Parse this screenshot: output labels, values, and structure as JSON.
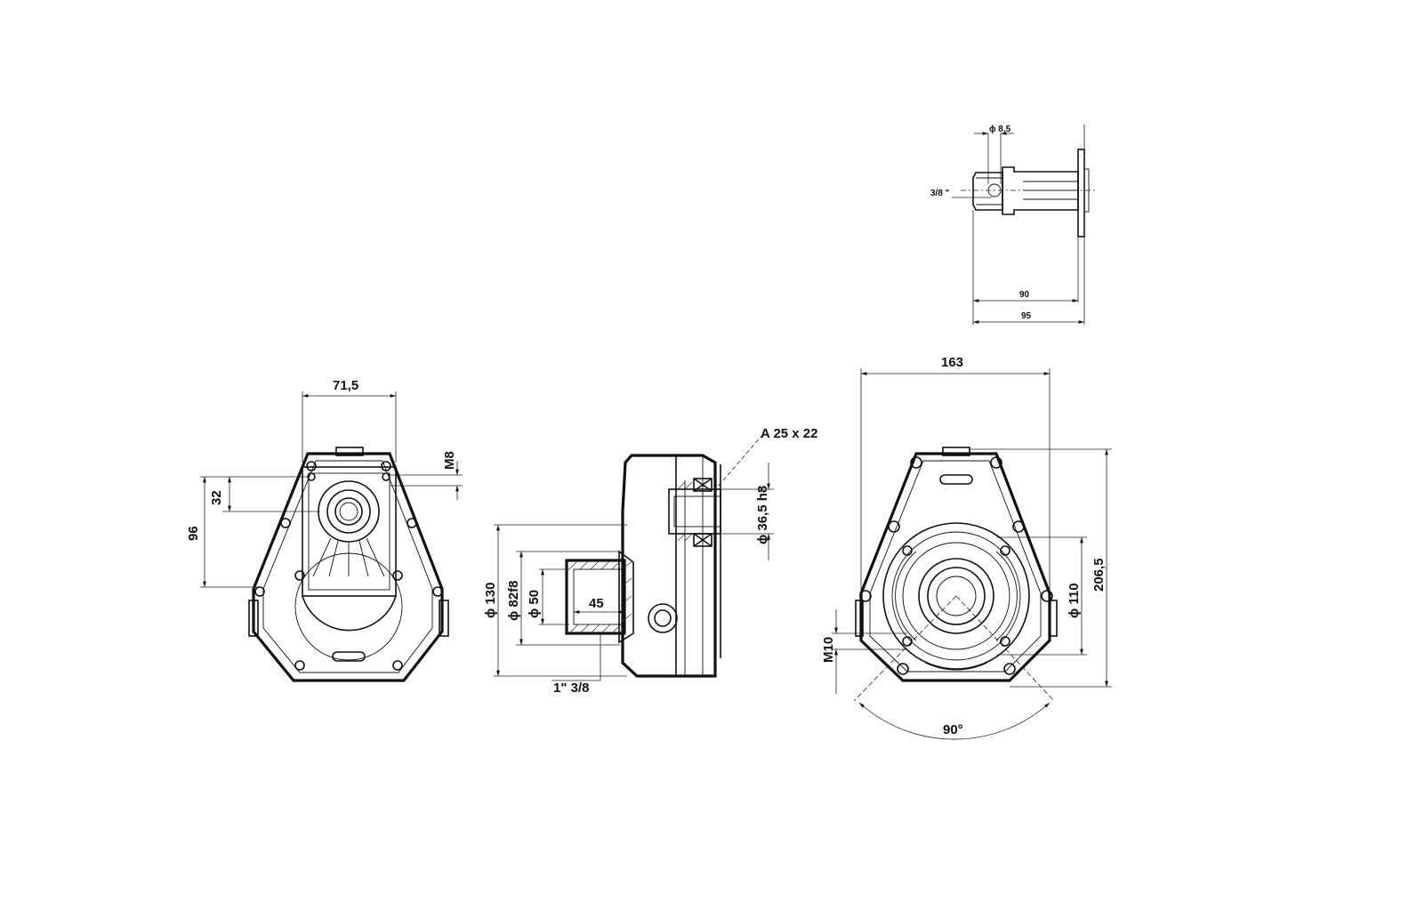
{
  "colors": {
    "ink": "#111111",
    "paper": "#ffffff"
  },
  "labels": {
    "shaft_dia": "ϕ 8,5",
    "shaft_thread": "3/8 \"",
    "shaft_len_90": "90",
    "shaft_len_95": "95",
    "front_width": "71,5",
    "front_m8": "M8",
    "front_32": "32",
    "front_96": "96",
    "side_key": "A 25 x 22",
    "side_bore": "ϕ 36,5 h8",
    "side_d130": "ϕ 130",
    "side_d82": "ϕ 82f8",
    "side_d50": "ϕ 50",
    "side_45": "45",
    "side_port": "1\" 3/8",
    "rear_width": "163",
    "rear_height": "206,5",
    "rear_d110": "ϕ 110",
    "rear_m10": "M10",
    "rear_angle": "90°"
  }
}
